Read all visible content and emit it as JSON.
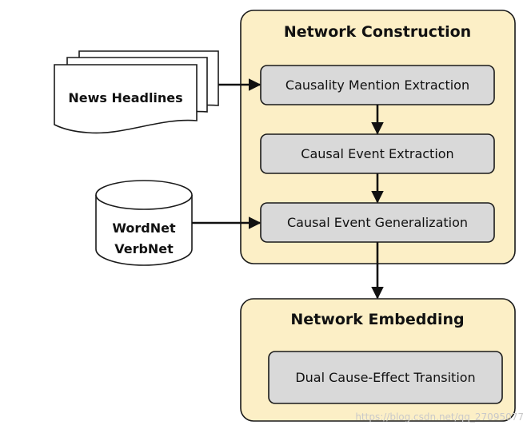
{
  "panels": {
    "construction": {
      "title": "Network Construction"
    },
    "embedding": {
      "title": "Network Embedding"
    }
  },
  "steps": {
    "mention_extraction": "Causality Mention Extraction",
    "event_extraction": "Causal Event Extraction",
    "event_generalization": "Causal Event Generalization",
    "transition": "Dual Cause-Effect Transition"
  },
  "sources": {
    "news": "News Headlines",
    "database_line1": "WordNet",
    "database_line2": "VerbNet"
  },
  "colors": {
    "panel_fill": "#fcefc6",
    "step_fill": "#d9d9d9",
    "stroke": "#1a1a1a"
  },
  "watermark": "https://blog.csdn.net/qq_27095077"
}
